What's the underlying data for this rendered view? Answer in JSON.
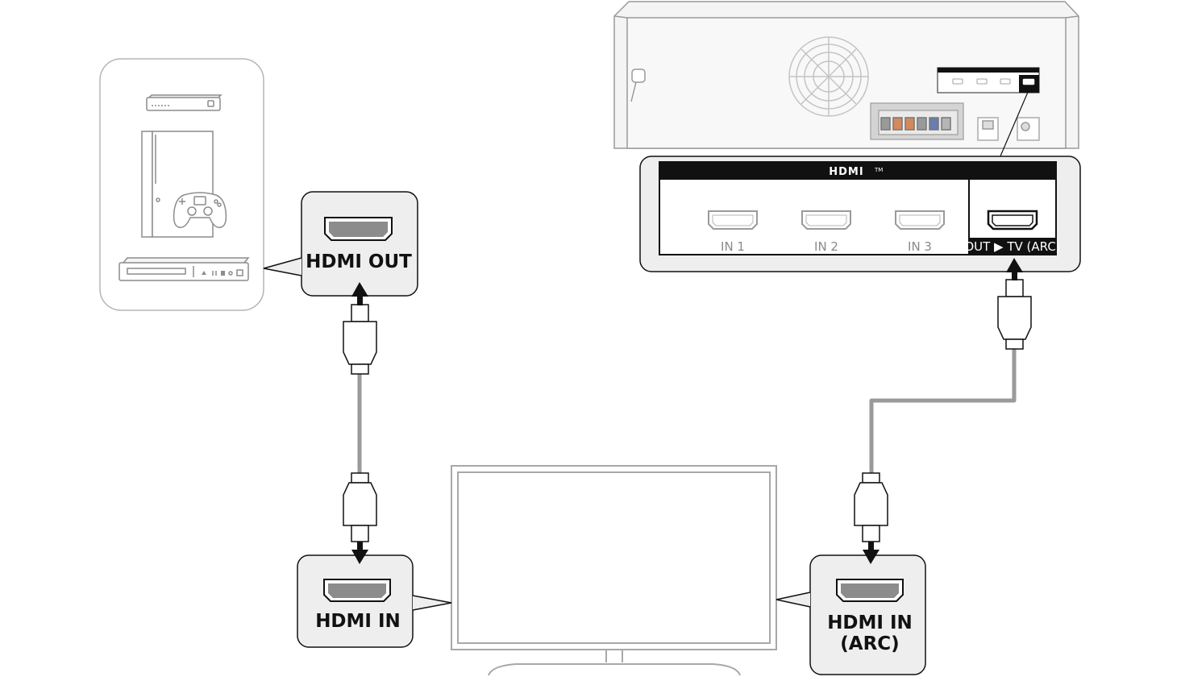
{
  "labels": {
    "source_port": "HDMI OUT",
    "tv_port_left": "HDMI IN",
    "tv_port_right_line1": "HDMI IN",
    "tv_port_right_line2": "(ARC)"
  },
  "soundbar_panel": {
    "logo": "HDMI",
    "trademark": "TM",
    "inputs": [
      "IN 1",
      "IN 2",
      "IN 3"
    ],
    "output": "OUT ▶ TV (ARC)"
  },
  "colors": {
    "outline": "#8c8c8c",
    "fill_light": "#eeeeee",
    "black": "#111111",
    "cable": "#9a9a9a"
  },
  "icons": {
    "source_devices": [
      "set-top-box-icon",
      "game-console-icon",
      "gamepad-icon",
      "blu-ray-player-icon"
    ],
    "connector": "hdmi-connector-icon",
    "arrow": "arrow-icon"
  }
}
